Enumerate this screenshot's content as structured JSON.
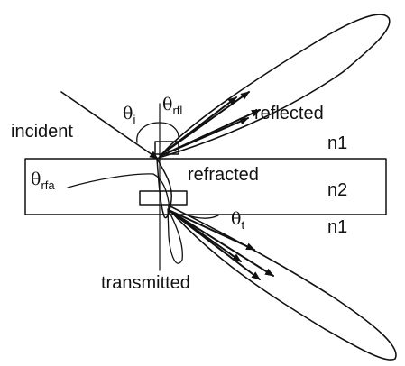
{
  "labels": {
    "incident": "incident",
    "reflected": "reflected",
    "refracted": "refracted",
    "transmitted": "transmitted",
    "medium_top": "n1",
    "medium_middle": "n2",
    "medium_bottom": "n1"
  },
  "angles": {
    "symbol": "θ",
    "incident_sub": "i",
    "reflected_sub": "rfl",
    "refracted_sub": "rfa",
    "transmitted_sub": "t"
  },
  "colors": {
    "ink": "#111111",
    "background": "#ffffff"
  }
}
